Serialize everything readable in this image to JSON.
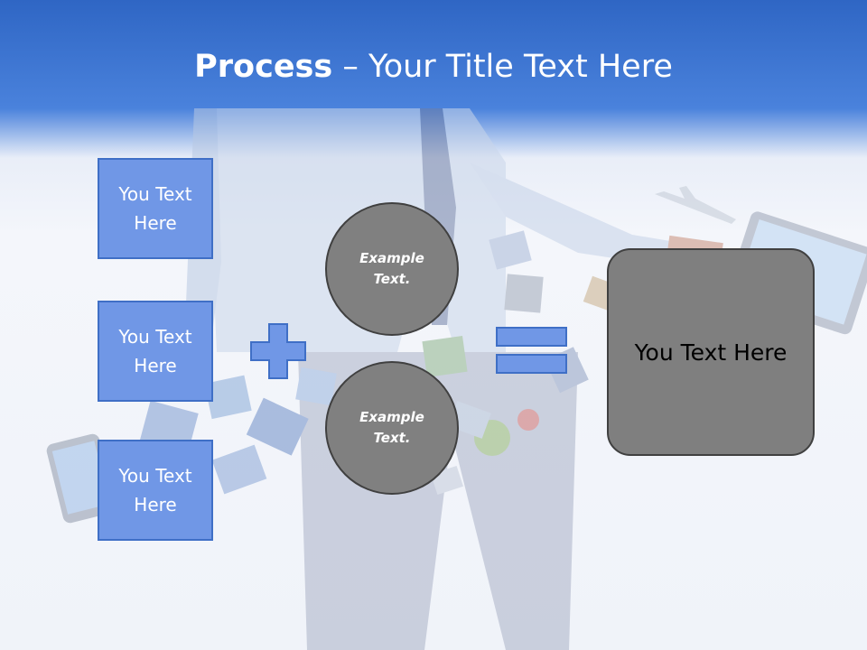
{
  "slide": {
    "title_bold": "Process",
    "title_rest": " – Your Title Text Here"
  },
  "inputs": [
    {
      "label": "You Text Here"
    },
    {
      "label": "You Text Here"
    },
    {
      "label": "You Text Here"
    }
  ],
  "circles": [
    {
      "label": "Example Text."
    },
    {
      "label": "Example Text."
    }
  ],
  "result": {
    "label": "You Text Here"
  },
  "operators": {
    "plus": "plus-icon",
    "equals": "equals-icon"
  },
  "colors": {
    "header": "#3a70d0",
    "box_fill": "#7097e6",
    "box_border": "#3f6fc6",
    "circle_fill": "#808080",
    "result_fill": "#7f7f7f"
  }
}
